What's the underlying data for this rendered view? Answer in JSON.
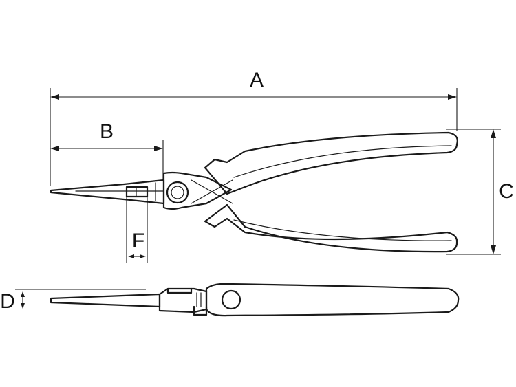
{
  "dimensions": {
    "A": "A",
    "B": "B",
    "C": "C",
    "D": "D",
    "F": "F"
  },
  "colors": {
    "line": "#1a1a1a",
    "background": "#ffffff"
  }
}
